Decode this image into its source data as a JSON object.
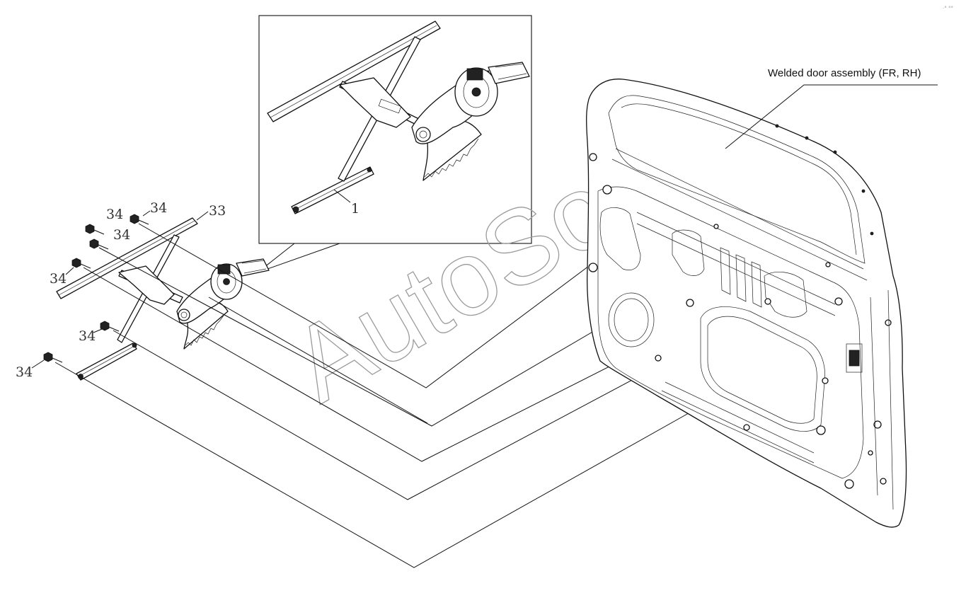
{
  "callouts": {
    "regulator_detail": "1",
    "regulator_assembly": "33",
    "bolt": "34"
  },
  "door_label": "Welded door assembly (FR, RH)",
  "watermark": "AutoSoft",
  "corner_mark": "·° °°"
}
